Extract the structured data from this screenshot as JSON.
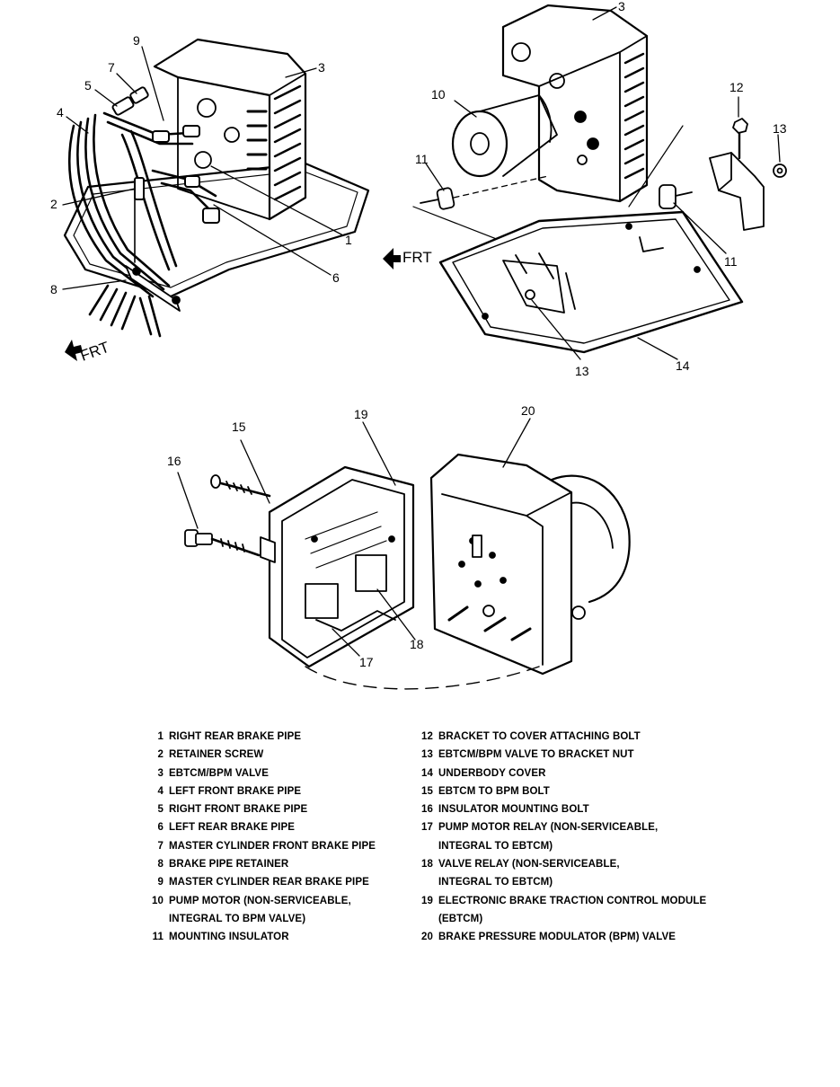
{
  "diagram": {
    "frt_label": "FRT",
    "top_left_callouts": [
      "1",
      "2",
      "3",
      "4",
      "5",
      "6",
      "7",
      "8",
      "9"
    ],
    "top_right_callouts": [
      "3",
      "10",
      "11",
      "11",
      "12",
      "13",
      "13",
      "14"
    ],
    "bottom_callouts": [
      "15",
      "16",
      "17",
      "18",
      "19",
      "20"
    ]
  },
  "legend": {
    "left": [
      {
        "num": "1",
        "lines": [
          "RIGHT REAR BRAKE PIPE"
        ]
      },
      {
        "num": "2",
        "lines": [
          "RETAINER SCREW"
        ]
      },
      {
        "num": "3",
        "lines": [
          "EBTCM/BPM VALVE"
        ]
      },
      {
        "num": "4",
        "lines": [
          "LEFT FRONT BRAKE PIPE"
        ]
      },
      {
        "num": "5",
        "lines": [
          "RIGHT FRONT BRAKE PIPE"
        ]
      },
      {
        "num": "6",
        "lines": [
          "LEFT REAR BRAKE PIPE"
        ]
      },
      {
        "num": "7",
        "lines": [
          "MASTER CYLINDER FRONT BRAKE PIPE"
        ]
      },
      {
        "num": "8",
        "lines": [
          "BRAKE PIPE RETAINER"
        ]
      },
      {
        "num": "9",
        "lines": [
          "MASTER CYLINDER REAR BRAKE PIPE"
        ]
      },
      {
        "num": "10",
        "lines": [
          "PUMP MOTOR (NON-SERVICEABLE,",
          "INTEGRAL TO BPM VALVE)"
        ]
      },
      {
        "num": "11",
        "lines": [
          "MOUNTING INSULATOR"
        ]
      }
    ],
    "right": [
      {
        "num": "12",
        "lines": [
          "BRACKET TO COVER ATTACHING BOLT"
        ]
      },
      {
        "num": "13",
        "lines": [
          "EBTCM/BPM VALVE TO BRACKET NUT"
        ]
      },
      {
        "num": "14",
        "lines": [
          "UNDERBODY COVER"
        ]
      },
      {
        "num": "15",
        "lines": [
          "EBTCM TO BPM BOLT"
        ]
      },
      {
        "num": "16",
        "lines": [
          "INSULATOR MOUNTING BOLT"
        ]
      },
      {
        "num": "17",
        "lines": [
          "PUMP MOTOR RELAY (NON-SERVICEABLE,",
          "INTEGRAL TO EBTCM)"
        ]
      },
      {
        "num": "18",
        "lines": [
          "VALVE RELAY (NON-SERVICEABLE,",
          "INTEGRAL TO EBTCM)"
        ]
      },
      {
        "num": "19",
        "lines": [
          "ELECTRONIC BRAKE TRACTION CONTROL MODULE",
          "(EBTCM)"
        ]
      },
      {
        "num": "20",
        "lines": [
          "BRAKE PRESSURE MODULATOR (BPM) VALVE"
        ]
      }
    ]
  }
}
